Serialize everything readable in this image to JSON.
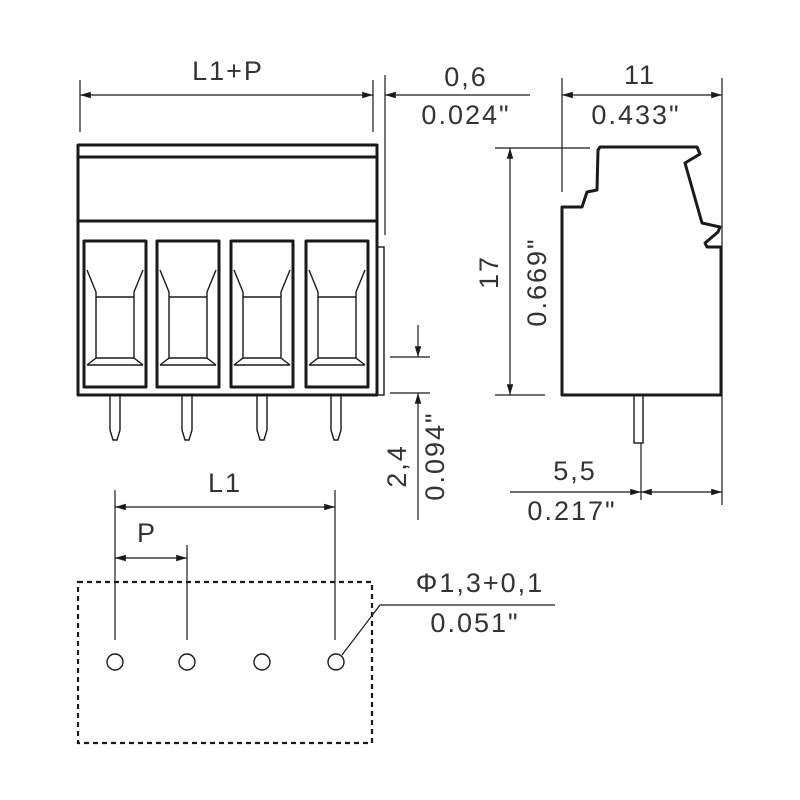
{
  "dimensions": {
    "width_total": "L1+P",
    "offset_mm": "0,6",
    "offset_in": "0.024\"",
    "depth_mm": "11",
    "depth_in": "0.433\"",
    "height_mm": "17",
    "height_in": "0.669\"",
    "pin_gap_mm": "2,4",
    "pin_gap_in": "0.094\"",
    "pin_offset_mm": "5,5",
    "pin_offset_in": "0.217\"",
    "row_length": "L1",
    "pitch": "P",
    "hole_dia_mm": "Φ1,3+0,1",
    "hole_dia_in": "0.051\""
  },
  "pole_count": 4
}
